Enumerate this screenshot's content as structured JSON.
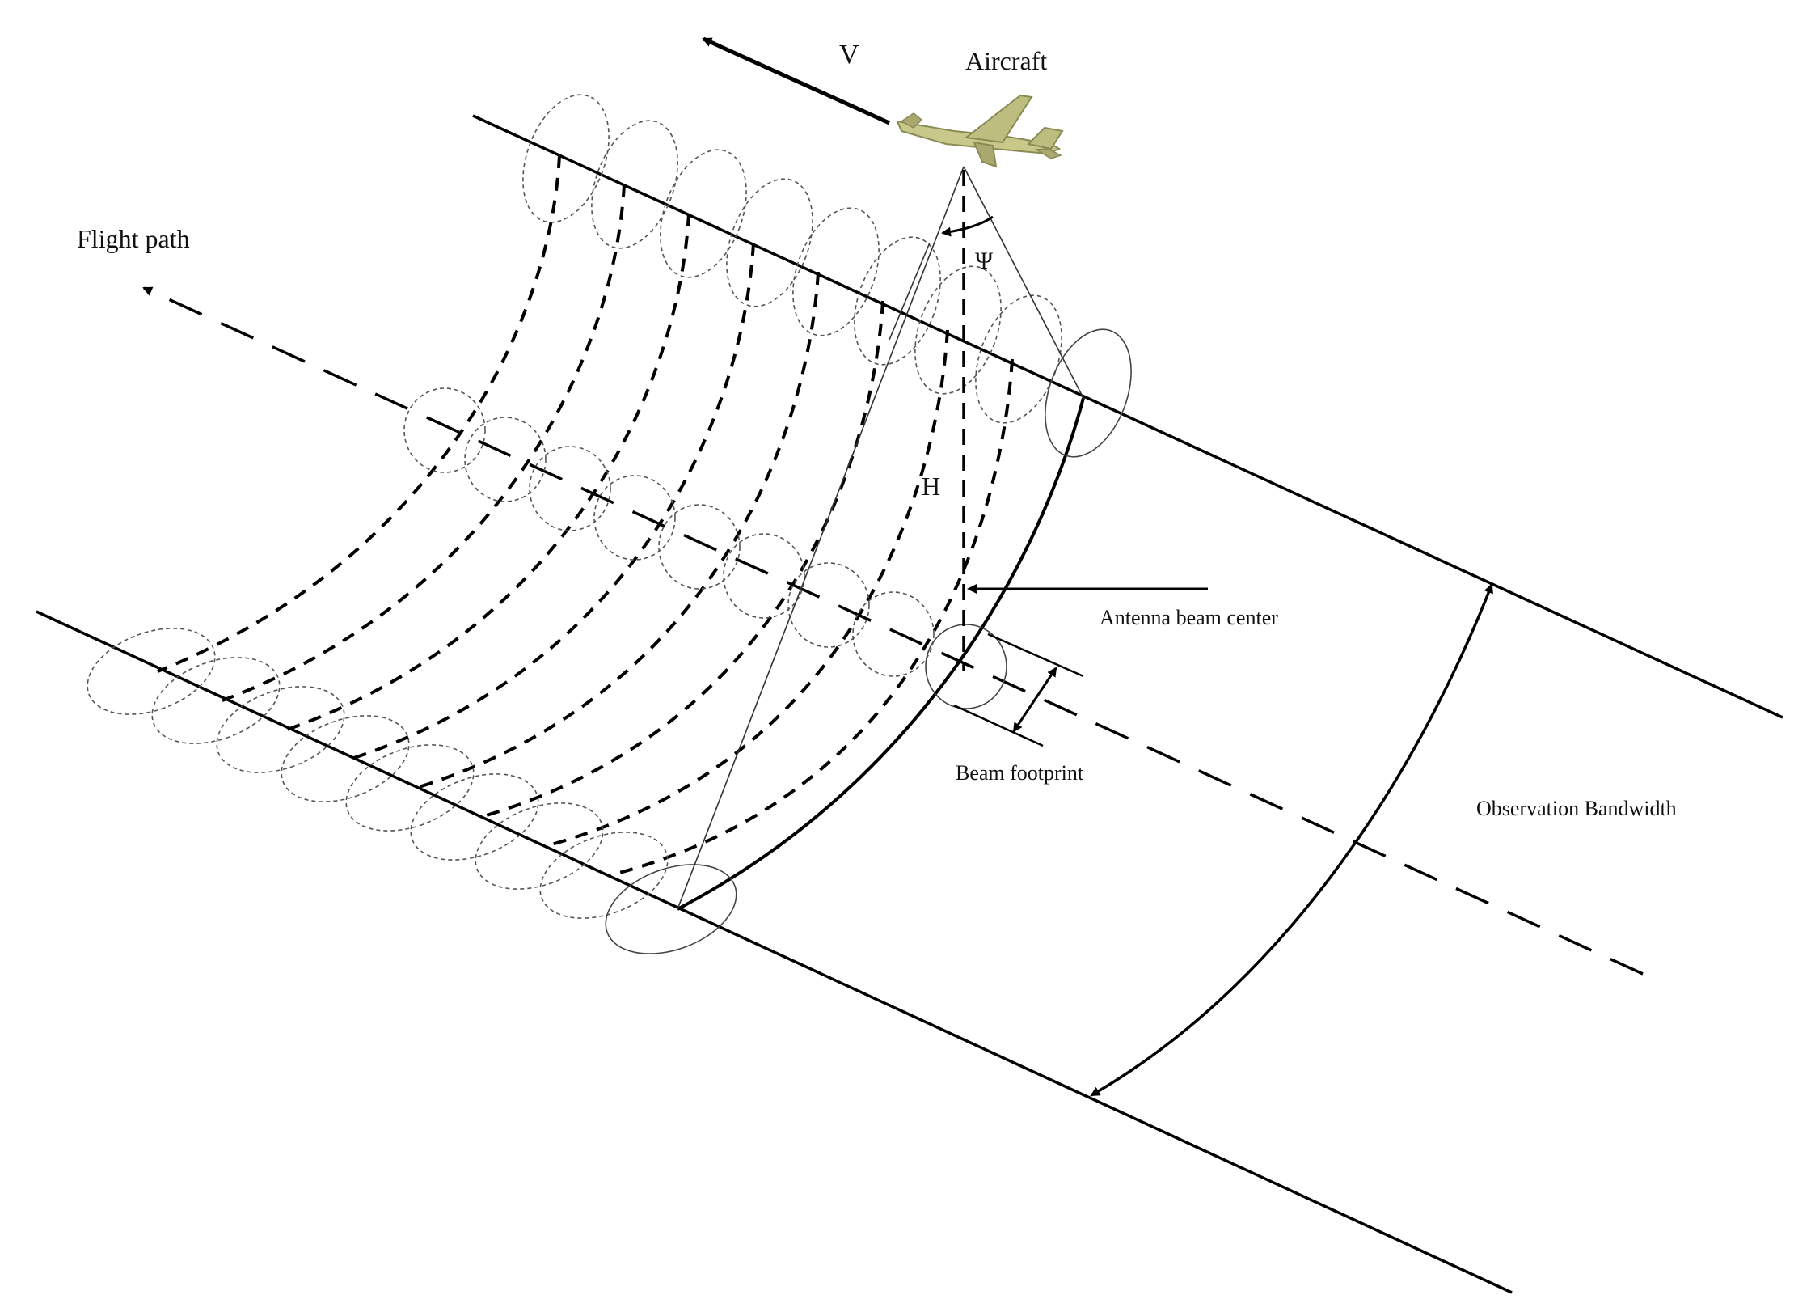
{
  "labels": {
    "velocity": "V",
    "aircraft": "Aircraft",
    "flight_path": "Flight path",
    "psi": "Ψ",
    "height": "H",
    "antenna_beam_center": "Antenna beam center",
    "beam_footprint": "Beam footprint",
    "observation_bandwidth": "Observation Bandwidth"
  },
  "colors": {
    "line": "#000000",
    "aircraft_body": "#c8c88a",
    "aircraft_shadow": "#8a8a55"
  }
}
